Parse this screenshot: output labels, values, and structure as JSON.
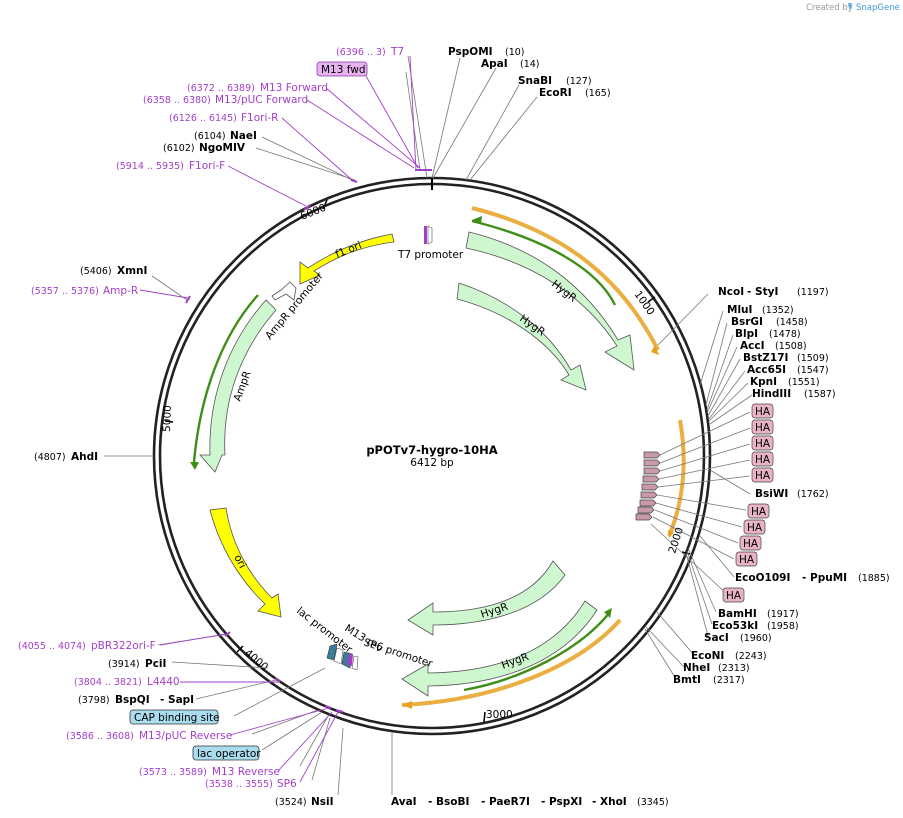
{
  "credit": {
    "created_by": "Created by",
    "product": "SnapGene"
  },
  "plasmid": {
    "name": "pPOTv7-hygro-10HA",
    "size": "6412 bp"
  },
  "ticks": [
    "1000",
    "2000",
    "3000",
    "4000",
    "5000",
    "6000"
  ],
  "features": {
    "t7_promoter": "T7 promoter",
    "f1_ori": "f1 ori",
    "ampr_promoter": "AmpR promoter",
    "ampr": "AmpR",
    "ori": "ori",
    "hygr": "HygR",
    "lac_promoter": "lac promoter",
    "m13_rev": "M13 rev",
    "sp6_promoter": "SP6 promoter"
  },
  "primers": {
    "t7": {
      "range": "(6396 .. 3)",
      "name": "T7"
    },
    "m13_fwd": "M13 fwd",
    "m13_forward": {
      "range": "(6372 .. 6389)",
      "name": "M13 Forward"
    },
    "m13_puc_forward": {
      "range": "(6358 .. 6380)",
      "name": "M13/pUC Forward"
    },
    "f1ori_r": {
      "range": "(6126 .. 6145)",
      "name": "F1ori-R"
    },
    "f1ori_f": {
      "range": "(5914 .. 5935)",
      "name": "F1ori-F"
    },
    "amp_r": {
      "range": "(5357 .. 5376)",
      "name": "Amp-R"
    },
    "pbr322ori_f": {
      "range": "(4055 .. 4074)",
      "name": "pBR322ori-F"
    },
    "l4440": {
      "range": "(3804 .. 3821)",
      "name": "L4440"
    },
    "m13_puc_reverse": {
      "range": "(3586 .. 3608)",
      "name": "M13/pUC Reverse"
    },
    "m13_reverse": {
      "range": "(3573 .. 3589)",
      "name": "M13 Reverse"
    },
    "sp6": {
      "range": "(3538 .. 3555)",
      "name": "SP6"
    }
  },
  "boxes": {
    "cap": "CAP binding site",
    "lac_operator": "lac operator",
    "ha": "HA"
  },
  "enzymes": {
    "pspomi": {
      "name": "PspOMI",
      "pos": "(10)"
    },
    "apai": {
      "name": "ApaI",
      "pos": "(14)"
    },
    "snabi": {
      "name": "SnaBI",
      "pos": "(127)"
    },
    "ecori": {
      "name": "EcoRI",
      "pos": "(165)"
    },
    "naei": {
      "name": "NaeI",
      "pos": "(6104)"
    },
    "ngomiv": {
      "name": "NgoMIV",
      "pos": "(6102)"
    },
    "xmni": {
      "name": "XmnI",
      "pos": "(5406)"
    },
    "ahdi": {
      "name": "AhdI",
      "pos": "(4807)"
    },
    "ncoi": {
      "name": "NcoI",
      "name2": "StyI",
      "pos": "(1197)"
    },
    "mlui": {
      "name": "MluI",
      "pos": "(1352)"
    },
    "bsrgi": {
      "name": "BsrGI",
      "pos": "(1458)"
    },
    "blpi": {
      "name": "BlpI",
      "pos": "(1478)"
    },
    "acci": {
      "name": "AccI",
      "pos": "(1508)"
    },
    "bstz17i": {
      "name": "BstZ17I",
      "pos": "(1509)"
    },
    "acc65i": {
      "name": "Acc65I",
      "pos": "(1547)"
    },
    "kpni": {
      "name": "KpnI",
      "pos": "(1551)"
    },
    "hindiii": {
      "name": "HindIII",
      "pos": "(1587)"
    },
    "bsiwi": {
      "name": "BsiWI",
      "pos": "(1762)"
    },
    "ecoo109i": {
      "name": "EcoO109I",
      "name2": "PpuMI",
      "pos": "(1885)"
    },
    "bamhi": {
      "name": "BamHI",
      "pos": "(1917)"
    },
    "eco53ki": {
      "name": "Eco53kI",
      "pos": "(1958)"
    },
    "saci": {
      "name": "SacI",
      "pos": "(1960)"
    },
    "econi": {
      "name": "EcoNI",
      "pos": "(2243)"
    },
    "nhei": {
      "name": "NheI",
      "pos": "(2313)"
    },
    "bmti": {
      "name": "BmtI",
      "pos": "(2317)"
    },
    "ava_group": {
      "names": [
        "AvaI",
        "BsoBI",
        "PaeR7I",
        "PspXI",
        "XhoI"
      ],
      "pos": "(3345)"
    },
    "nsii": {
      "name": "NsiI",
      "pos": "(3524)"
    },
    "pcii": {
      "name": "PciI",
      "pos": "(3914)"
    },
    "bspqi": {
      "name": "BspQI",
      "name2": "SapI",
      "pos": "(3798)"
    }
  },
  "colors": {
    "backbone": "#222222",
    "hygr_fill": "#cef7cf",
    "ampr_fill": "#cef7cf",
    "ori_fill": "#ffff00",
    "f1_fill": "#ffff00",
    "primer": "#a23fc9",
    "primer_box": "#e6b3f0",
    "ha_box": "#e8b4c4",
    "blue_box": "#a9dcec",
    "orf_orange": "#e8a020",
    "orf_green": "#3f8f16"
  }
}
